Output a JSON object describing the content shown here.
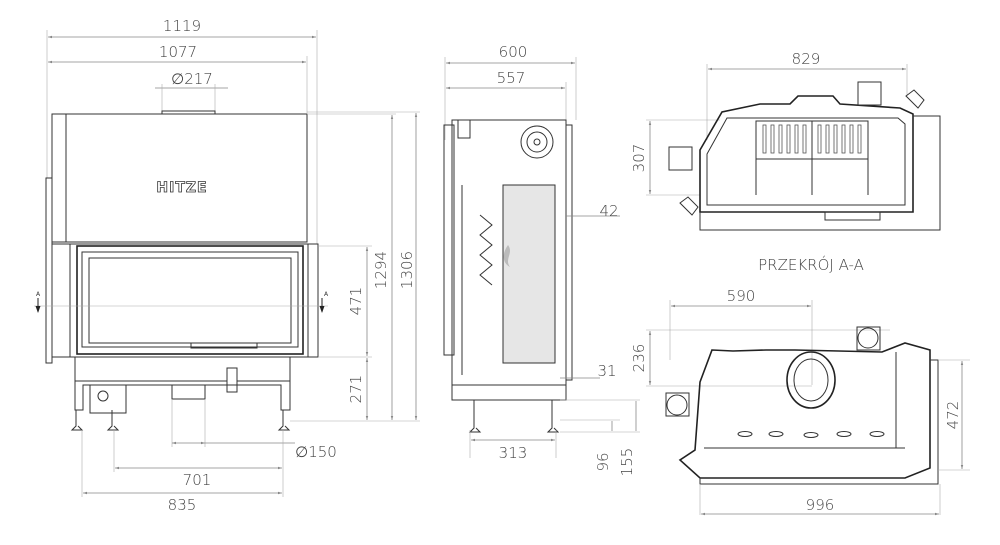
{
  "front_view": {
    "dims": {
      "overall_width": "1119",
      "body_width": "1077",
      "flue_diameter": "∅217",
      "door_height": "471",
      "base_height": "271",
      "height_1294": "1294",
      "height_1306": "1306",
      "air_inlet_diameter": "∅150",
      "inlet_offset": "701",
      "leg_span": "835"
    },
    "logo_text": "HITZE",
    "section_marker": "A"
  },
  "side_view": {
    "dims": {
      "overall_depth": "600",
      "body_depth": "557",
      "offset_42": "42",
      "offset_31": "31",
      "leg_depth": "313",
      "height_96": "96",
      "height_155": "155"
    }
  },
  "section_view": {
    "title": "PRZEKRÓJ A-A",
    "dims": {
      "width": "829",
      "depth": "307"
    }
  },
  "top_view": {
    "dims": {
      "flue_offset_x": "590",
      "flue_offset_y": "236",
      "depth": "472",
      "width": "996"
    }
  },
  "colors": {
    "line": "#333333",
    "dimension": "#888888"
  }
}
